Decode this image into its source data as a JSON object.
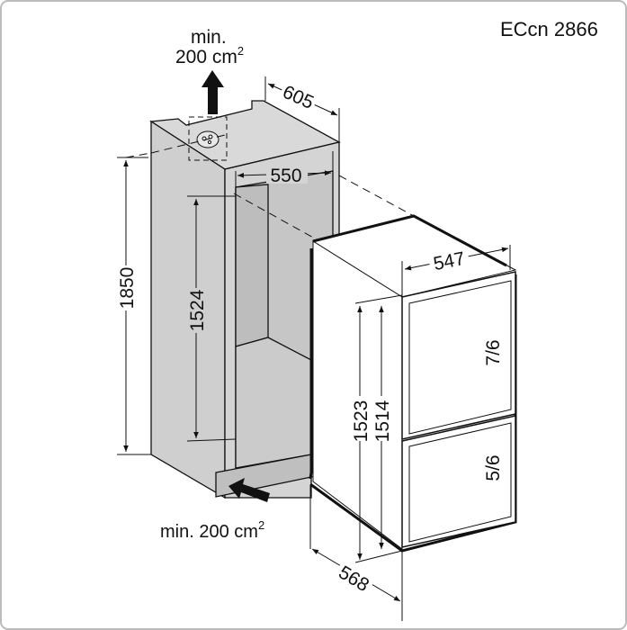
{
  "model": "ECcn 2866",
  "vent_top": {
    "line1": "min.",
    "line2": "200 cm",
    "sup": "2"
  },
  "vent_bottom": {
    "text": "min. 200 cm",
    "sup": "2"
  },
  "niche": {
    "depth": "605",
    "inner_width": "550",
    "height": "1850",
    "inner_height": "1524"
  },
  "appliance": {
    "width": "547",
    "height_total": "1523",
    "height_body": "1514",
    "depth": "568"
  },
  "doors": {
    "upper": "7/6",
    "lower": "5/6"
  },
  "colors": {
    "niche_fill": "#d4d4d4",
    "niche_inner": "#c8c8c8",
    "appliance_fill": "#ffffff",
    "line": "#111111"
  }
}
